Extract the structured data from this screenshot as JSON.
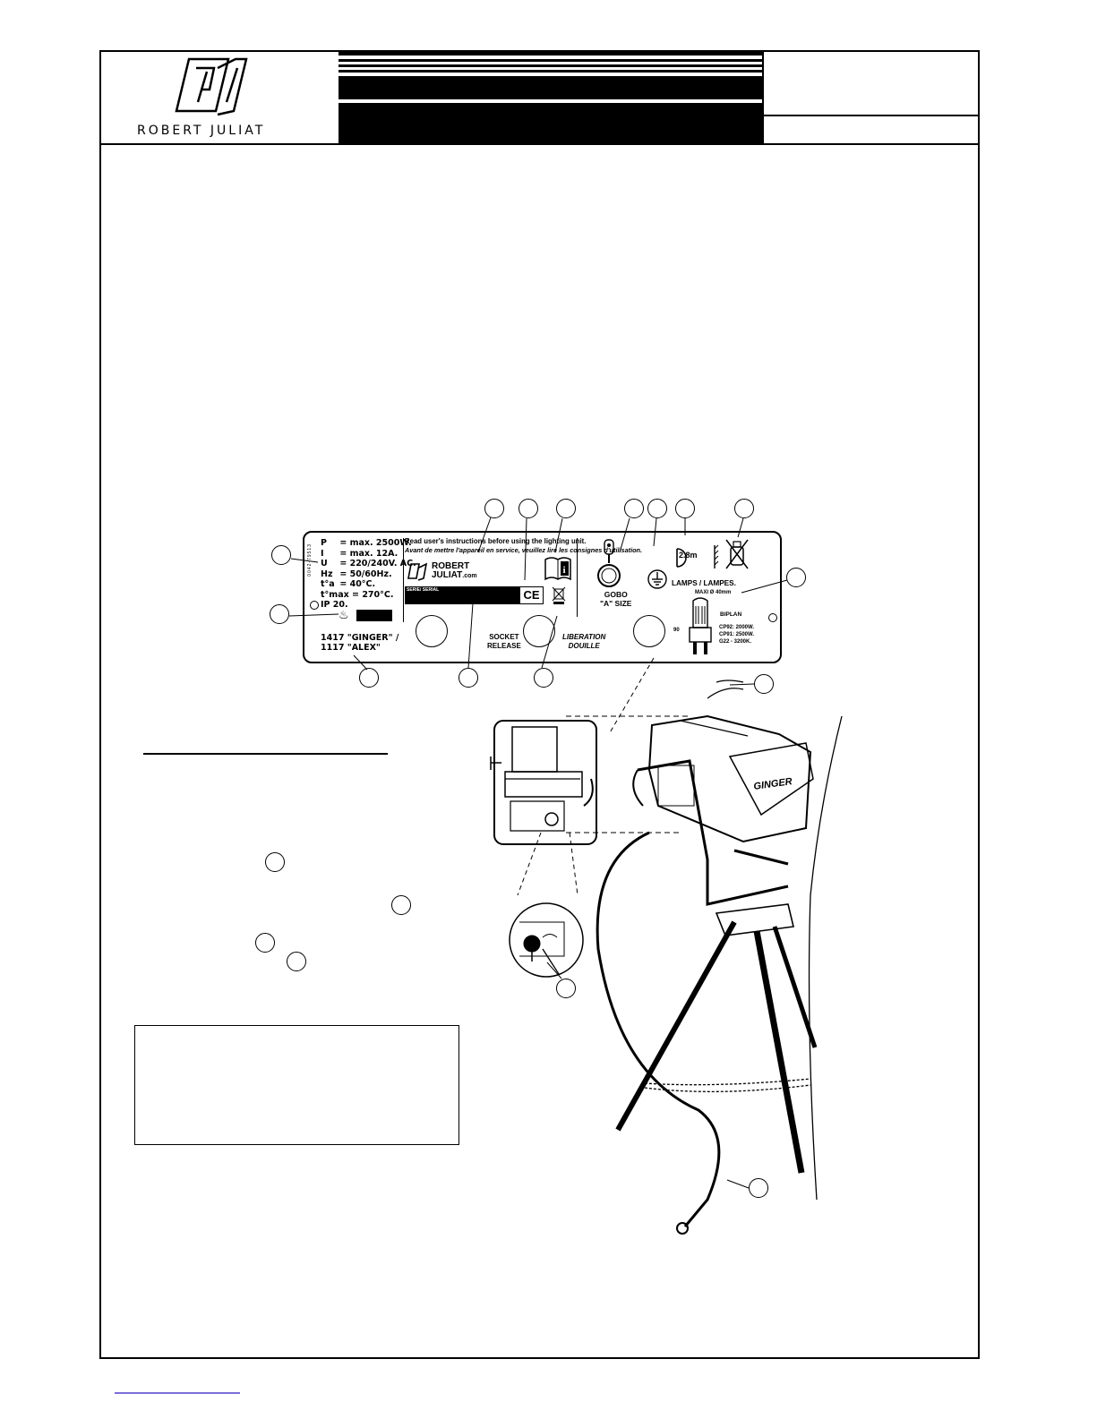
{
  "header": {
    "brand_name": "ROBERT JULIAT"
  },
  "plate": {
    "specs": [
      {
        "key": "P",
        "value": "=  max. 2500W."
      },
      {
        "key": "I",
        "value": "=  max. 12A."
      },
      {
        "key": "U",
        "value": "=  220/240V. AC."
      },
      {
        "key": "Hz",
        "value": "=  50/60Hz."
      },
      {
        "key": "t°a",
        "value": "=  40°C."
      },
      {
        "key": "t°max",
        "value": "= 270°C."
      },
      {
        "key": "IP 20.",
        "value": ""
      }
    ],
    "vertical_code": "0042-79513",
    "models_line1": "1417 \"GINGER\" /",
    "models_line2": "1117 \"ALEX\"",
    "read_en": "Read user's instructions before using the lighting unit.",
    "read_fr": "Avant de mettre l'appareil en service, veuillez lire les consignes d'utilisation.",
    "logo_word1": "ROBERT",
    "logo_word2": "JULIAT",
    "logo_suffix": ".com",
    "serial_label": "SERIE/ SERIAL",
    "ce_mark": "CE",
    "socket_release_1": "SOCKET",
    "socket_release_2": "RELEASE",
    "liberation_1": "LIBERATION",
    "liberation_2": "DOUILLE",
    "gobo_1": "GOBO",
    "gobo_2": "\"A\" SIZE",
    "distance": "2.8m",
    "lamps_title": "LAMPS / LAMPES.",
    "maxi": "MAXI Ø 40mm",
    "biplan": "BIPLAN",
    "lamp_dim": "90",
    "cp92": "CP92: 2000W.",
    "cp91": "CP91: 2500W.",
    "g22": "G22 - 3200K."
  },
  "drawing": {
    "fixture_badge": "GINGER"
  }
}
